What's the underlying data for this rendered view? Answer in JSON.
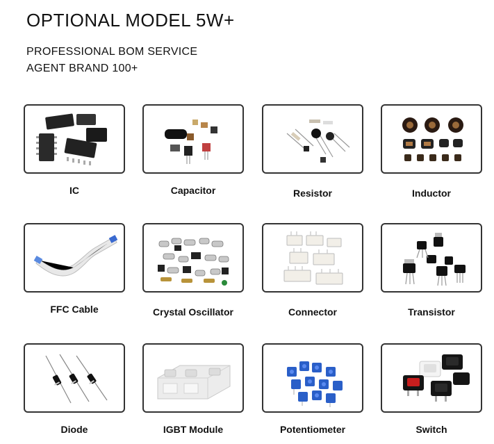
{
  "header": {
    "title": "OPTIONAL MODEL 5W+",
    "line1": "PROFESSIONAL BOM SERVICE",
    "line2": "AGENT BRAND 100+"
  },
  "components": [
    {
      "label": "IC",
      "icon": "ic-chip-icon"
    },
    {
      "label": "Capacitor",
      "icon": "capacitor-icon"
    },
    {
      "label": "Resistor",
      "icon": "resistor-icon"
    },
    {
      "label": "Inductor",
      "icon": "inductor-icon"
    },
    {
      "label": "FFC Cable",
      "icon": "ffc-cable-icon"
    },
    {
      "label": "Crystal Oscillator",
      "icon": "crystal-oscillator-icon"
    },
    {
      "label": "Connector",
      "icon": "connector-icon"
    },
    {
      "label": "Transistor",
      "icon": "transistor-icon"
    },
    {
      "label": "Diode",
      "icon": "diode-icon"
    },
    {
      "label": "IGBT Module",
      "icon": "igbt-module-icon"
    },
    {
      "label": "Potentiometer",
      "icon": "potentiometer-icon"
    },
    {
      "label": "Switch",
      "icon": "switch-icon"
    }
  ]
}
